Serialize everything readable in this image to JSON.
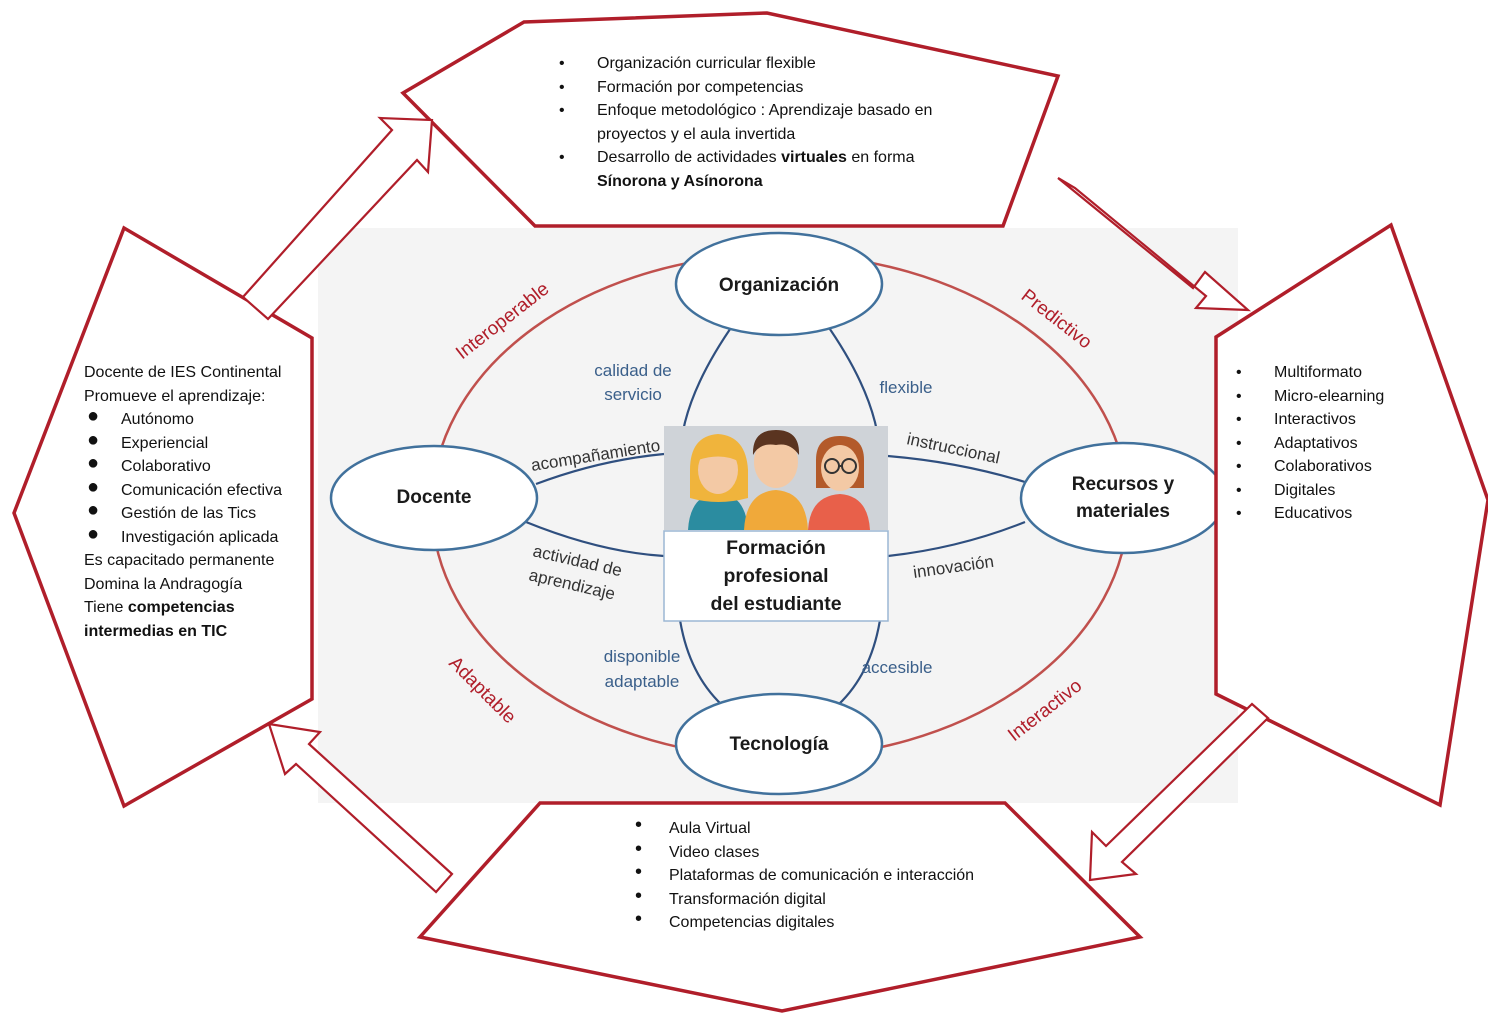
{
  "colors": {
    "dark_red": "#b01e2a",
    "oval_stroke": "#3f6fa0",
    "ring_red": "#c0504d",
    "rel_label_blue": "#3a5f8a",
    "rel_label_dark": "#333333"
  },
  "top_block": {
    "items": [
      {
        "text": "Organización curricular flexible"
      },
      {
        "text": "Formación por competencias"
      },
      {
        "text": "Enfoque metodológico : Aprendizaje basado en",
        "cont": "proyectos y el aula invertida"
      },
      {
        "text": "Desarrollo de actividades ",
        "bold": "virtuales",
        "after": " en forma",
        "cont_bold": "Sínorona y Asínorona"
      }
    ]
  },
  "left_block": {
    "line1": "Docente de IES Continental",
    "line2": "Promueve el aprendizaje:",
    "bullets": [
      "Autónomo",
      "Experiencial",
      "Colaborativo",
      "Comunicación efectiva",
      "Gestión de las Tics",
      "Investigación aplicada"
    ],
    "line3": "Es capacitado permanente",
    "line4": "Domina la Andragogía",
    "line5_prefix": "Tiene ",
    "line5_bold": "competencias",
    "line6_bold": "intermedias  en TIC"
  },
  "right_block": {
    "bullets": [
      "Multiformato",
      "Micro-elearning",
      "Interactivos",
      "Adaptativos",
      "Colaborativos",
      "Digitales",
      "Educativos"
    ]
  },
  "bottom_block": {
    "bullets": [
      "Aula Virtual",
      "Video clases",
      "Plataformas de comunicación e interacción",
      "Transformación digital",
      "Competencias digitales"
    ]
  },
  "nodes": {
    "organizacion": "Organización",
    "docente": "Docente",
    "recursos_1": "Recursos y",
    "recursos_2": "materiales",
    "tecnologia": "Tecnología"
  },
  "center": {
    "line1": "Formación",
    "line2": "profesional",
    "line3": "del estudiante"
  },
  "ring_labels": {
    "interoperable": "Interoperable",
    "predictivo": "Predictivo",
    "adaptable": "Adaptable",
    "interactivo": "Interactivo"
  },
  "relations": {
    "calidad_1": "calidad de",
    "calidad_2": "servicio",
    "flexible": "flexible",
    "acompanamiento": "acompañamiento",
    "instruccional": "instruccional",
    "actividad_1": "actividad de",
    "actividad_2": "aprendizaje",
    "innovacion": "innovación",
    "disponible_1": "disponible",
    "disponible_2": "adaptable",
    "accesible": "accesible"
  }
}
